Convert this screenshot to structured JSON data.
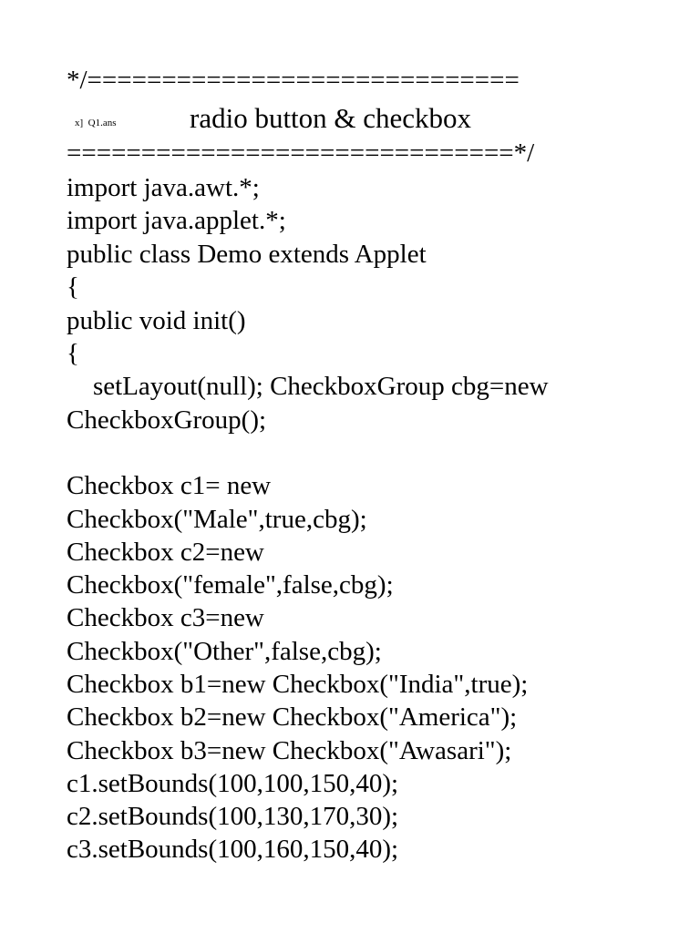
{
  "document": {
    "top_rule": "*/=============================",
    "label_small": "x]  Q1.ans",
    "heading": "radio button & checkbox",
    "bottom_rule": "==============================*/",
    "code_lines": [
      "import java.awt.*;",
      "import java.applet.*;",
      "public class Demo extends Applet",
      "{",
      "public void init()",
      "{",
      "    setLayout(null); CheckboxGroup cbg=new",
      "CheckboxGroup();",
      "",
      "Checkbox c1= new",
      "Checkbox(\"Male\",true,cbg);",
      "Checkbox c2=new",
      "Checkbox(\"female\",false,cbg);",
      "Checkbox c3=new",
      "Checkbox(\"Other\",false,cbg);",
      "Checkbox b1=new Checkbox(\"India\",true);",
      "Checkbox b2=new Checkbox(\"America\");",
      "Checkbox b3=new Checkbox(\"Awasari\");",
      "c1.setBounds(100,100,150,40);",
      "c2.setBounds(100,130,170,30);",
      "c3.setBounds(100,160,150,40);"
    ]
  }
}
